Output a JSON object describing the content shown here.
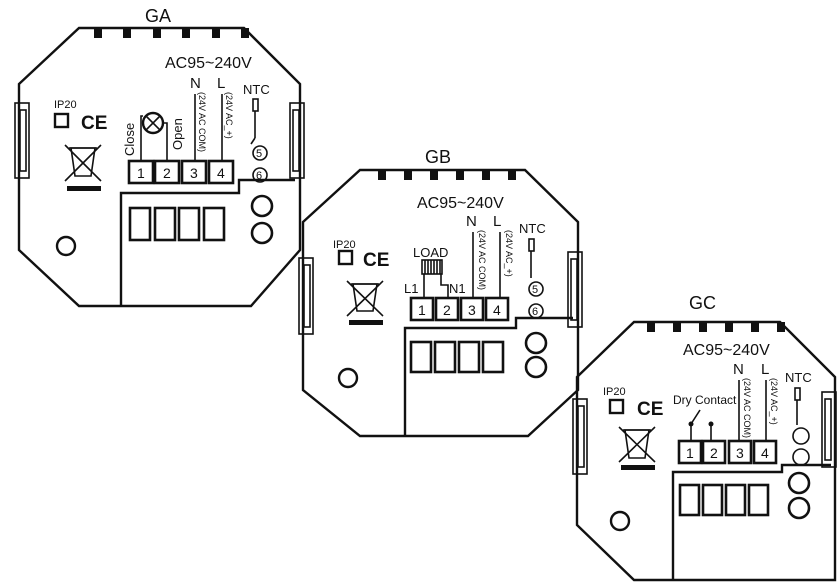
{
  "units": [
    {
      "id": "GA",
      "label": "GA",
      "power": "AC95~240V",
      "n_label": "N",
      "l_label": "L",
      "n_sub": "(24V AC COM)",
      "l_sub": "(24V AC_+)",
      "ntc": "NTC",
      "ip": "IP20",
      "ce": "CE",
      "terminals": [
        "1",
        "2",
        "3",
        "4"
      ],
      "sensor_terminals": [
        "5",
        "6"
      ],
      "left_labels": [
        "Close",
        "Open"
      ]
    },
    {
      "id": "GB",
      "label": "GB",
      "power": "AC95~240V",
      "n_label": "N",
      "l_label": "L",
      "n_sub": "(24V AC COM)",
      "l_sub": "(24V AC_+)",
      "ntc": "NTC",
      "ip": "IP20",
      "ce": "CE",
      "terminals": [
        "1",
        "2",
        "3",
        "4"
      ],
      "sensor_terminals": [
        "5",
        "6"
      ],
      "load": "LOAD",
      "l1": "L1",
      "n1": "N1"
    },
    {
      "id": "GC",
      "label": "GC",
      "power": "AC95~240V",
      "n_label": "N",
      "l_label": "L",
      "n_sub": "(24V AC COM)",
      "l_sub": "(24V AC_+)",
      "ntc": "NTC",
      "ip": "IP20",
      "ce": "CE",
      "terminals": [
        "1",
        "2",
        "3",
        "4"
      ],
      "dry_contact": "Dry Contact"
    }
  ]
}
